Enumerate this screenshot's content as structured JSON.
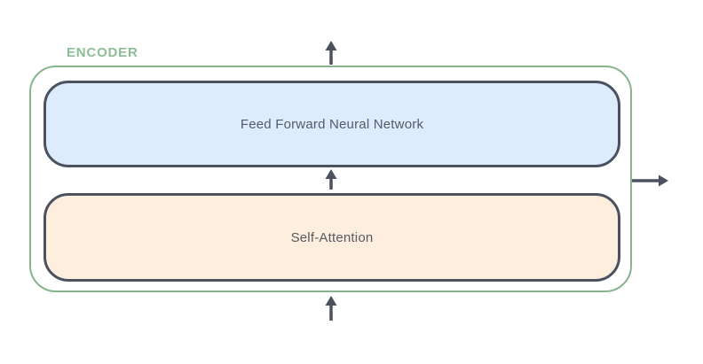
{
  "diagram": {
    "encoder_label": "ENCODER",
    "blocks": [
      {
        "id": "feed_forward",
        "label": "Feed Forward Neural Network",
        "fill": "#ddecfd"
      },
      {
        "id": "self_attention",
        "label": "Self-Attention",
        "fill": "#fdeedd"
      }
    ],
    "arrows": [
      {
        "name": "input-arrow",
        "direction": "up",
        "position": "below-encoder"
      },
      {
        "name": "attention-to-ffnn-arrow",
        "direction": "up",
        "position": "between-blocks"
      },
      {
        "name": "output-arrow-top",
        "direction": "up",
        "position": "above-encoder"
      },
      {
        "name": "output-arrow-right",
        "direction": "right",
        "position": "right-of-encoder"
      }
    ],
    "colors": {
      "encoder_border": "#85b48e",
      "encoder_label": "#8cbd96",
      "block_border": "#4b515f",
      "arrow": "#4b515f",
      "text": "#555b66",
      "background": "#ffffff"
    }
  }
}
